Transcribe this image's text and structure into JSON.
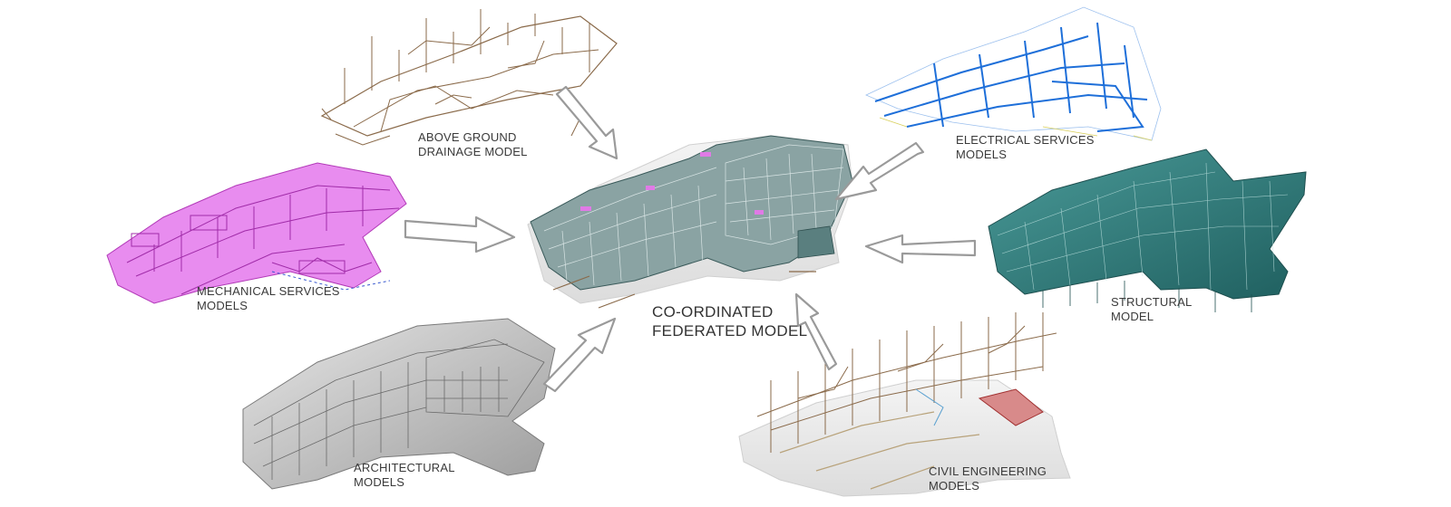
{
  "diagram": {
    "center": {
      "line1": "CO-ORDINATED",
      "line2": "FEDERATED MODEL"
    },
    "models": {
      "drainage": {
        "line1": "ABOVE GROUND",
        "line2": "DRAINAGE MODEL",
        "color": "#8a6a4a"
      },
      "mechanical": {
        "line1": "MECHANICAL SERVICES",
        "line2": "MODELS",
        "color": "#e070e8"
      },
      "architectural": {
        "line1": "ARCHITECTURAL",
        "line2": "MODELS",
        "color": "#9a9a9a"
      },
      "electrical": {
        "line1": "ELECTRICAL SERVICES",
        "line2": "MODELS",
        "color": "#1e6fd9"
      },
      "structural": {
        "line1": "STRUCTURAL",
        "line2": "MODEL",
        "color": "#2e7d7d"
      },
      "civil": {
        "line1": "CIVIL ENGINEERING",
        "line2": "MODELS",
        "color": "#8a6a4a"
      }
    },
    "arrow_color": "#9a9a9a"
  }
}
